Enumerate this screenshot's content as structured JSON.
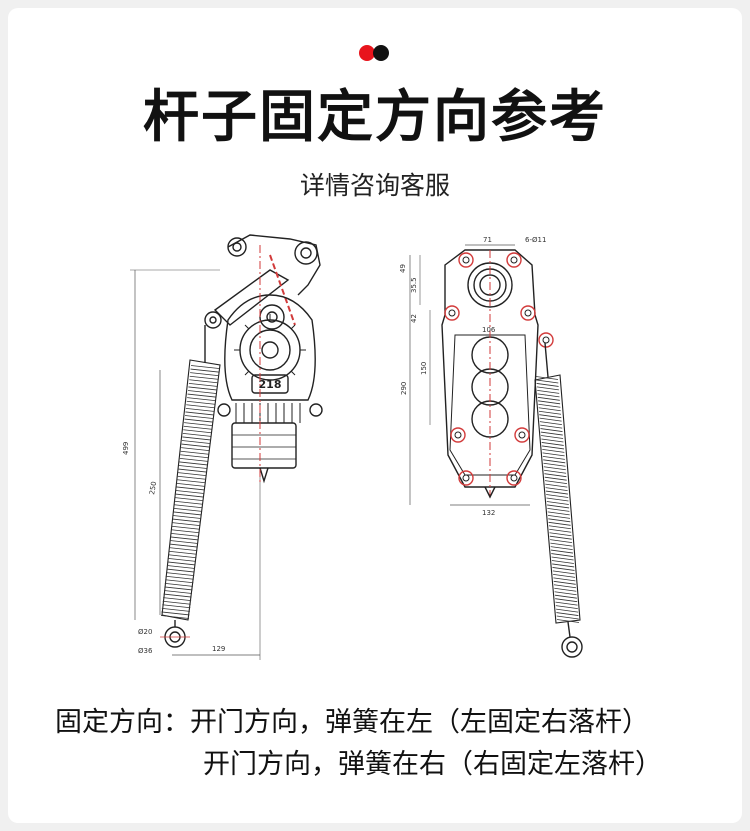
{
  "header": {
    "dot_colors": [
      "#e8141c",
      "#111111"
    ],
    "title": "杆子固定方向参考",
    "subtitle": "详情咨询客服"
  },
  "drawing": {
    "left_view": {
      "center_label": "218",
      "dimension_labels": {
        "total_height": "499",
        "spring_length": "250",
        "ring_inner": "Ø20",
        "ring_outer": "Ø36",
        "horizontal": "129"
      }
    },
    "right_view": {
      "dimension_labels": {
        "top_width": "71",
        "hole": "6-Ø11",
        "d1": "49",
        "d2": "35.5",
        "d3": "42",
        "inner_width": "106",
        "d4": "150",
        "d5": "290",
        "bottom_width": "132"
      }
    },
    "accent_color": "#d23a3a"
  },
  "notes": {
    "line1": "固定方向：开门方向，弹簧在左（左固定右落杆）",
    "line2": "开门方向，弹簧在右（右固定左落杆）"
  }
}
